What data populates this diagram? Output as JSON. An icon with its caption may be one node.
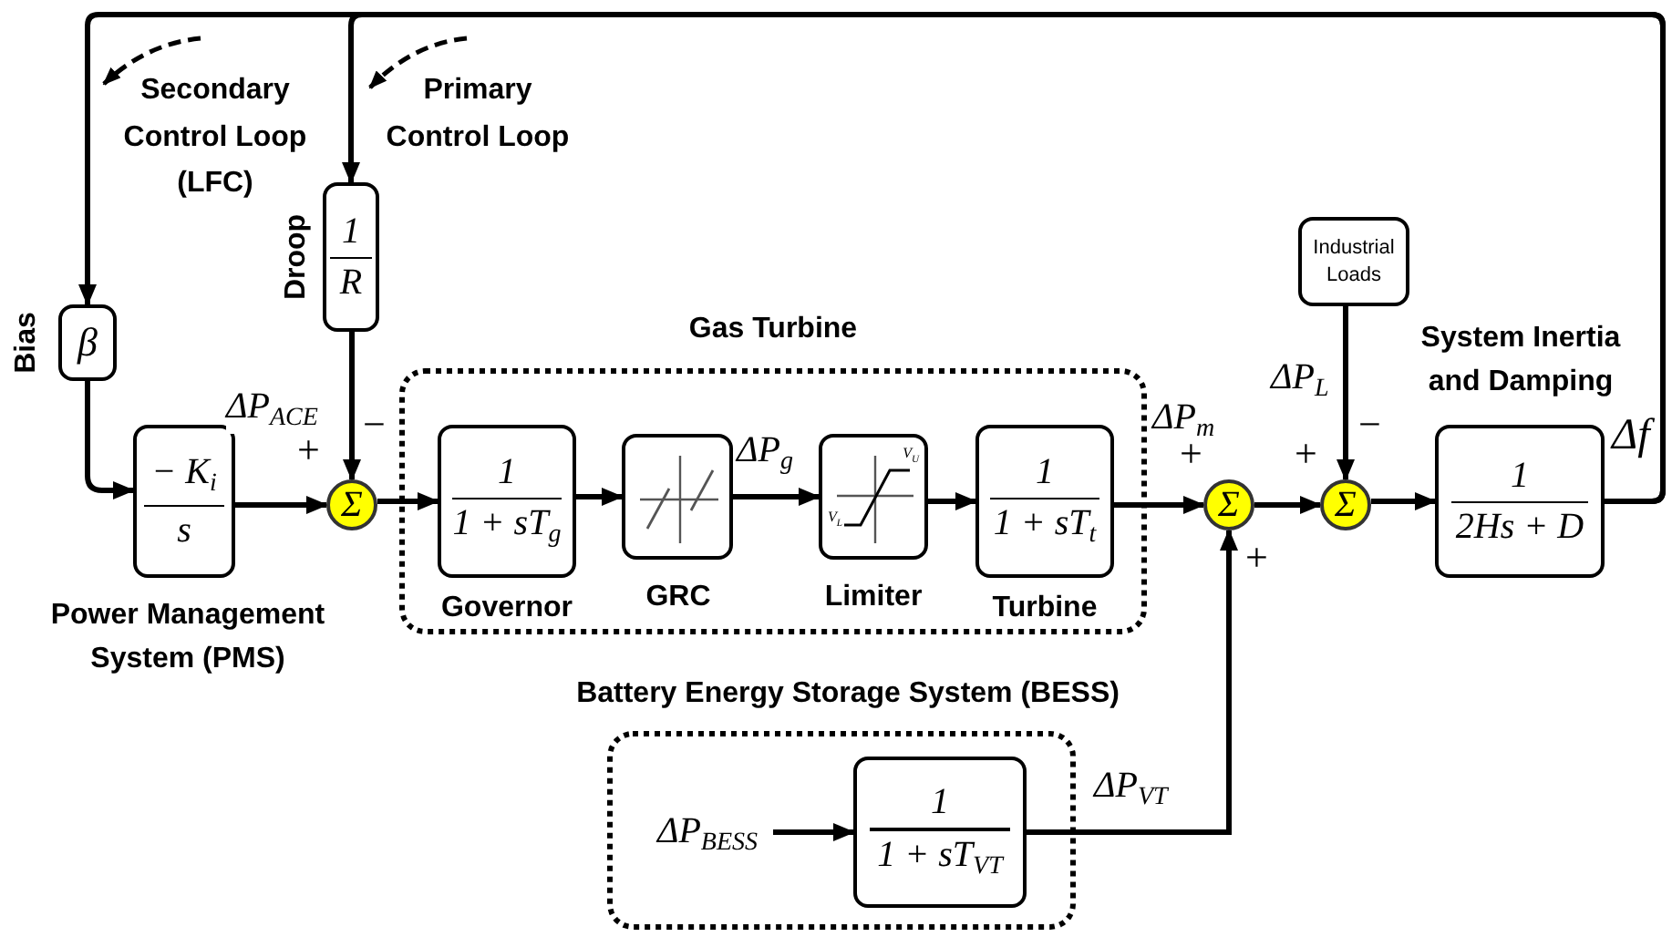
{
  "diagram": {
    "nodes": [
      {
        "text": [
          "β"
        ],
        "beside": [
          "Bias"
        ]
      },
      {
        "text": [
          "1",
          "R"
        ],
        "beside": [
          "Droop"
        ]
      },
      {
        "text": [
          "− K$_{i}$",
          "s"
        ],
        "beside": [
          "Power Management System (PMS)"
        ]
      },
      {
        "text": [
          "Σ"
        ]
      },
      {
        "text": [
          "Gas Turbine"
        ]
      },
      {
        "text": [
          "1",
          "1 + sT$_{g}$"
        ],
        "beside": [
          "Governor"
        ],
        "in": 4
      },
      {
        "text": [],
        "shape": "box",
        "beside": [
          "GRC"
        ],
        "in": 4
      },
      {
        "text": [
          "V$_{U}$",
          "V$_{L}$"
        ],
        "beside": [
          "Limiter"
        ],
        "in": 4
      },
      {
        "text": [
          "1",
          "1 + sT$_{t}$"
        ],
        "beside": [
          "Turbine"
        ],
        "in": 4
      },
      {
        "text": [
          "Σ"
        ]
      },
      {
        "text": [
          "Σ"
        ]
      },
      {
        "text": [
          "Industrial Loads"
        ]
      },
      {
        "text": [
          "1",
          "2Hs + D"
        ],
        "beside": [
          "System Inertia and Damping"
        ]
      },
      {
        "text": [
          "Battery Energy Storage System (BESS)"
        ]
      },
      {
        "text": [
          "ΔP$_{BESS}$"
        ],
        "in": 13
      },
      {
        "text": [
          "1",
          "1 + sT$_{VT}$"
        ],
        "in": 13
      }
    ],
    "edges": [
      {
        "from": 12,
        "to": 0,
        "arrow": "to"
      },
      {
        "from": 12,
        "to": 1,
        "arrow": "to"
      },
      {
        "from": 0,
        "to": 2,
        "arrow": "to"
      },
      {
        "from": 1,
        "to": 3,
        "arrow": "to"
      },
      {
        "from": 2,
        "to": 3,
        "arrow": "to",
        "label": "ΔP$_{ACE}$"
      },
      {
        "from": 3,
        "to": 5,
        "arrow": "to"
      },
      {
        "from": 5,
        "to": 6,
        "arrow": "to"
      },
      {
        "from": 6,
        "to": 7,
        "arrow": "to",
        "label": "ΔP$_{g}$"
      },
      {
        "from": 7,
        "to": 8,
        "arrow": "to"
      },
      {
        "from": 8,
        "to": 9,
        "arrow": "to",
        "label": "ΔP$_{m}$"
      },
      {
        "from": 9,
        "to": 10,
        "arrow": "to"
      },
      {
        "from": 11,
        "to": 10,
        "arrow": "to",
        "label": "ΔP$_{L}$"
      },
      {
        "from": 10,
        "to": 12,
        "arrow": "to"
      },
      {
        "from": 14,
        "to": 15,
        "arrow": "to"
      },
      {
        "from": 15,
        "to": 9,
        "arrow": "to",
        "label": "ΔP$_{VT}$"
      }
    ],
    "labels": [
      "Secondary Control Loop (LFC)",
      "Primary Control Loop",
      "−",
      "+",
      "+",
      "+",
      "−",
      "Δf",
      "+"
    ]
  }
}
